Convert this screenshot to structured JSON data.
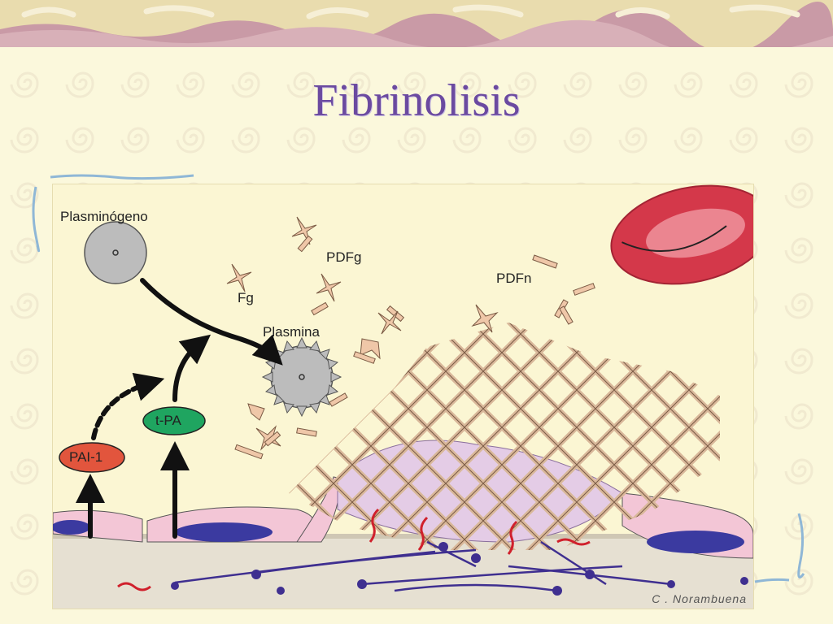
{
  "slide": {
    "title": "Fibrinolisis"
  },
  "figure": {
    "labels": {
      "plasminogen": "Plasminógeno",
      "plasmin": "Plasmina",
      "fg": "Fg",
      "pdfg": "PDFg",
      "pdfn": "PDFn",
      "tpa": "t-PA",
      "pai1": "PAI-1"
    },
    "credit": "C . Norambuena",
    "colors": {
      "tpa_fill": "#1fa560",
      "pai1_fill": "#e2553d",
      "title": "#6b4aa0",
      "fibrin": "#e8c9a8",
      "rbc": "#d4384a"
    }
  }
}
